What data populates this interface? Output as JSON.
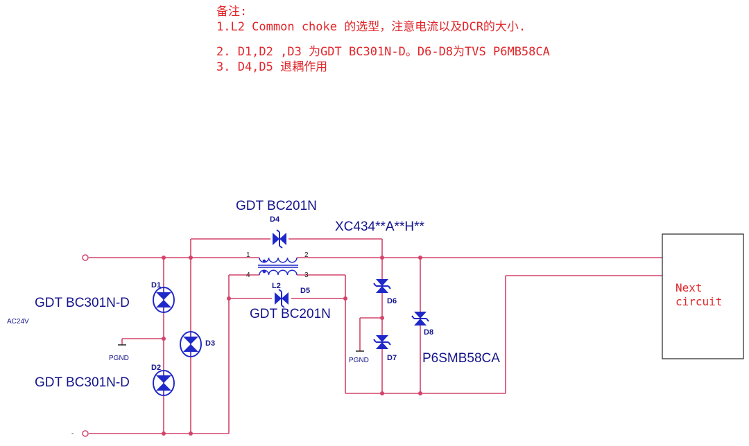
{
  "notes": {
    "title": "备注:",
    "line1": "1.L2 Common choke 的选型，注意电流以及DCR的大小.",
    "line2": "2. D1,D2 ,D3 为GDT BC301N-D。D6-D8为TVS P6MB58CA",
    "line3": "3. D4,D5 退耦作用"
  },
  "labels": {
    "gdt_top": "GDT BC201N",
    "d4": "D4",
    "choke_part": "XC434**A**H**",
    "pin1": "1",
    "pin2": "2",
    "pin3": "3",
    "pin4": "4",
    "l2": "L2",
    "d5": "D5",
    "gdt_mid": "GDT BC201N",
    "d1": "D1",
    "gdt_d1": "GDT BC301N-D",
    "ac24v": "AC24V",
    "pgnd_left": "PGND",
    "d2": "D2",
    "gdt_d2": "GDT BC301N-D",
    "d3": "D3",
    "d6": "D6",
    "d7": "D7",
    "pgnd_right": "PGND",
    "d8": "D8",
    "tvs_part": "P6SMB58CA",
    "next_line1": "Next",
    "next_line2": "circuit",
    "dash": "-"
  },
  "colors": {
    "wire": "#d4436a",
    "component": "#1f28c8",
    "note_text": "#e0262b",
    "label_text": "#14148c"
  }
}
